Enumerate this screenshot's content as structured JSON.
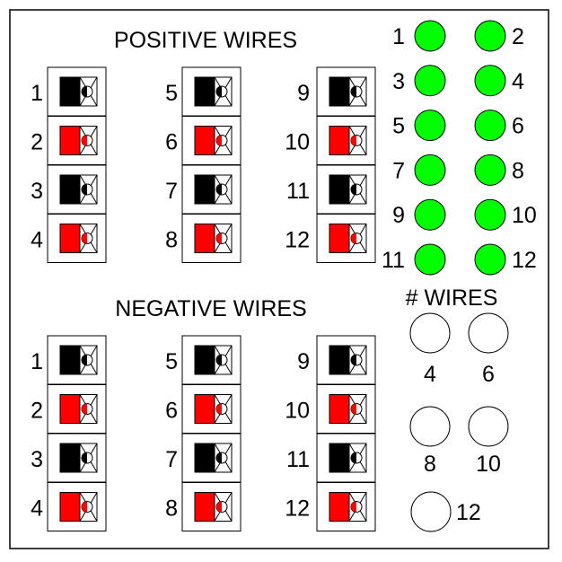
{
  "positive": {
    "title": "POSITIVE WIRES",
    "labels": [
      "1",
      "2",
      "3",
      "4",
      "5",
      "6",
      "7",
      "8",
      "9",
      "10",
      "11",
      "12"
    ]
  },
  "negative": {
    "title": "NEGATIVE WIRES",
    "labels": [
      "1",
      "2",
      "3",
      "4",
      "5",
      "6",
      "7",
      "8",
      "9",
      "10",
      "11",
      "12"
    ]
  },
  "indicators": {
    "labels": [
      "1",
      "2",
      "3",
      "4",
      "5",
      "6",
      "7",
      "8",
      "9",
      "10",
      "11",
      "12"
    ]
  },
  "wire_count": {
    "title": "# WIRES",
    "options": [
      "4",
      "6",
      "8",
      "10",
      "12"
    ]
  },
  "colors": {
    "panel_border": "#000000",
    "black_clip": "#000000",
    "red_clip": "#ff0000",
    "led_green": "#00ff00",
    "selector_fill": "#ffffff"
  }
}
